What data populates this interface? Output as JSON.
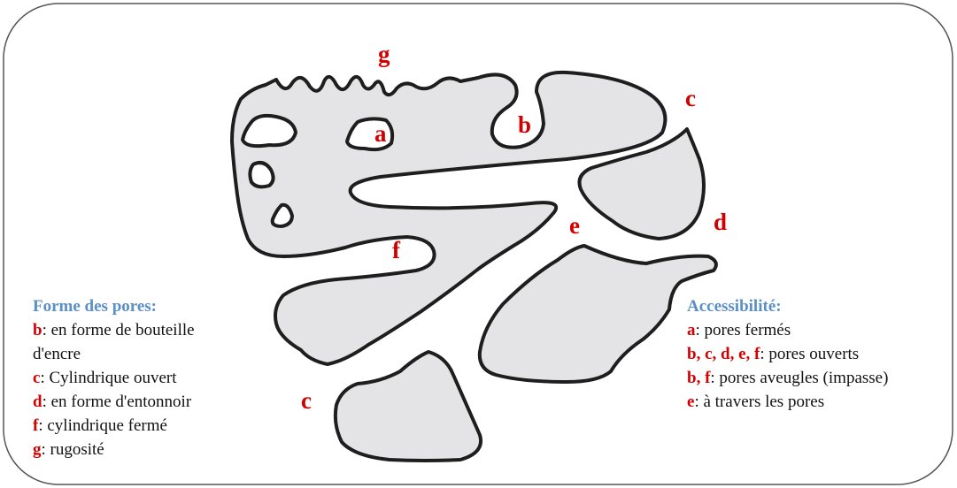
{
  "labels": {
    "g": "g",
    "a": "a",
    "b": "b",
    "c_top": "c",
    "d": "d",
    "e": "e",
    "f": "f",
    "c_bottom": "c"
  },
  "shape_legend": {
    "heading": "Forme des pores:",
    "items": [
      {
        "key": "b",
        "text": ": en forme de bouteille"
      },
      {
        "key": "",
        "text": "d'encre"
      },
      {
        "key": "c",
        "text": ": Cylindrique ouvert"
      },
      {
        "key": "d",
        "text": ": en forme d'entonnoir"
      },
      {
        "key": "f",
        "text": ": cylindrique fermé"
      },
      {
        "key": "g",
        "text": ": rugosité"
      }
    ]
  },
  "access_legend": {
    "heading": "Accessibilité:",
    "items": [
      {
        "key": "a",
        "text": ": pores fermés"
      },
      {
        "key": "b, c, d, e, f",
        "text": ": pores ouverts"
      },
      {
        "key": "b, f",
        "text": ": pores aveugles (impasse)"
      },
      {
        "key": "e",
        "text": ": à travers les pores"
      }
    ]
  },
  "colors": {
    "particle_fill": "#e4e4e6",
    "outline": "#1e1e1e",
    "label": "#d40000",
    "heading": "#5b8fc7"
  }
}
